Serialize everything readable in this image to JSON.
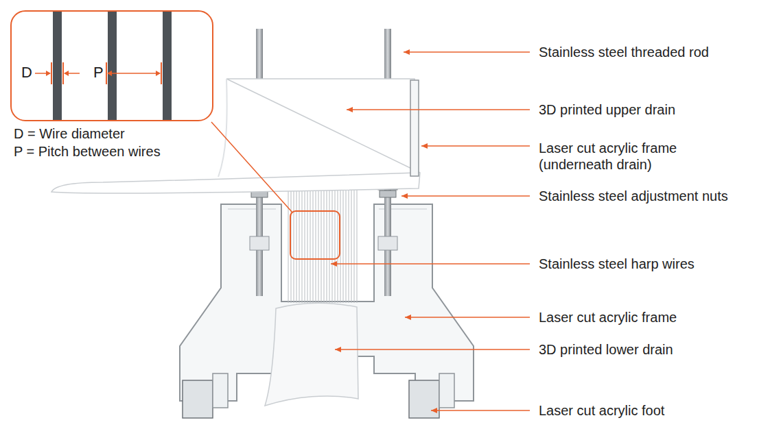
{
  "diagram": {
    "nodes": [
      {
        "text": [
          "D",
          "P"
        ]
      }
    ],
    "labels": [
      "Stainless steel threaded rod",
      "3D printed upper drain",
      "Laser cut acrylic frame (underneath drain)",
      "Stainless steel adjustment nuts",
      "Stainless steel harp wires",
      "Laser cut acrylic frame",
      "3D printed lower drain",
      "Laser cut acrylic foot",
      "D = Wire diameter",
      "P = Pitch between wires"
    ]
  }
}
